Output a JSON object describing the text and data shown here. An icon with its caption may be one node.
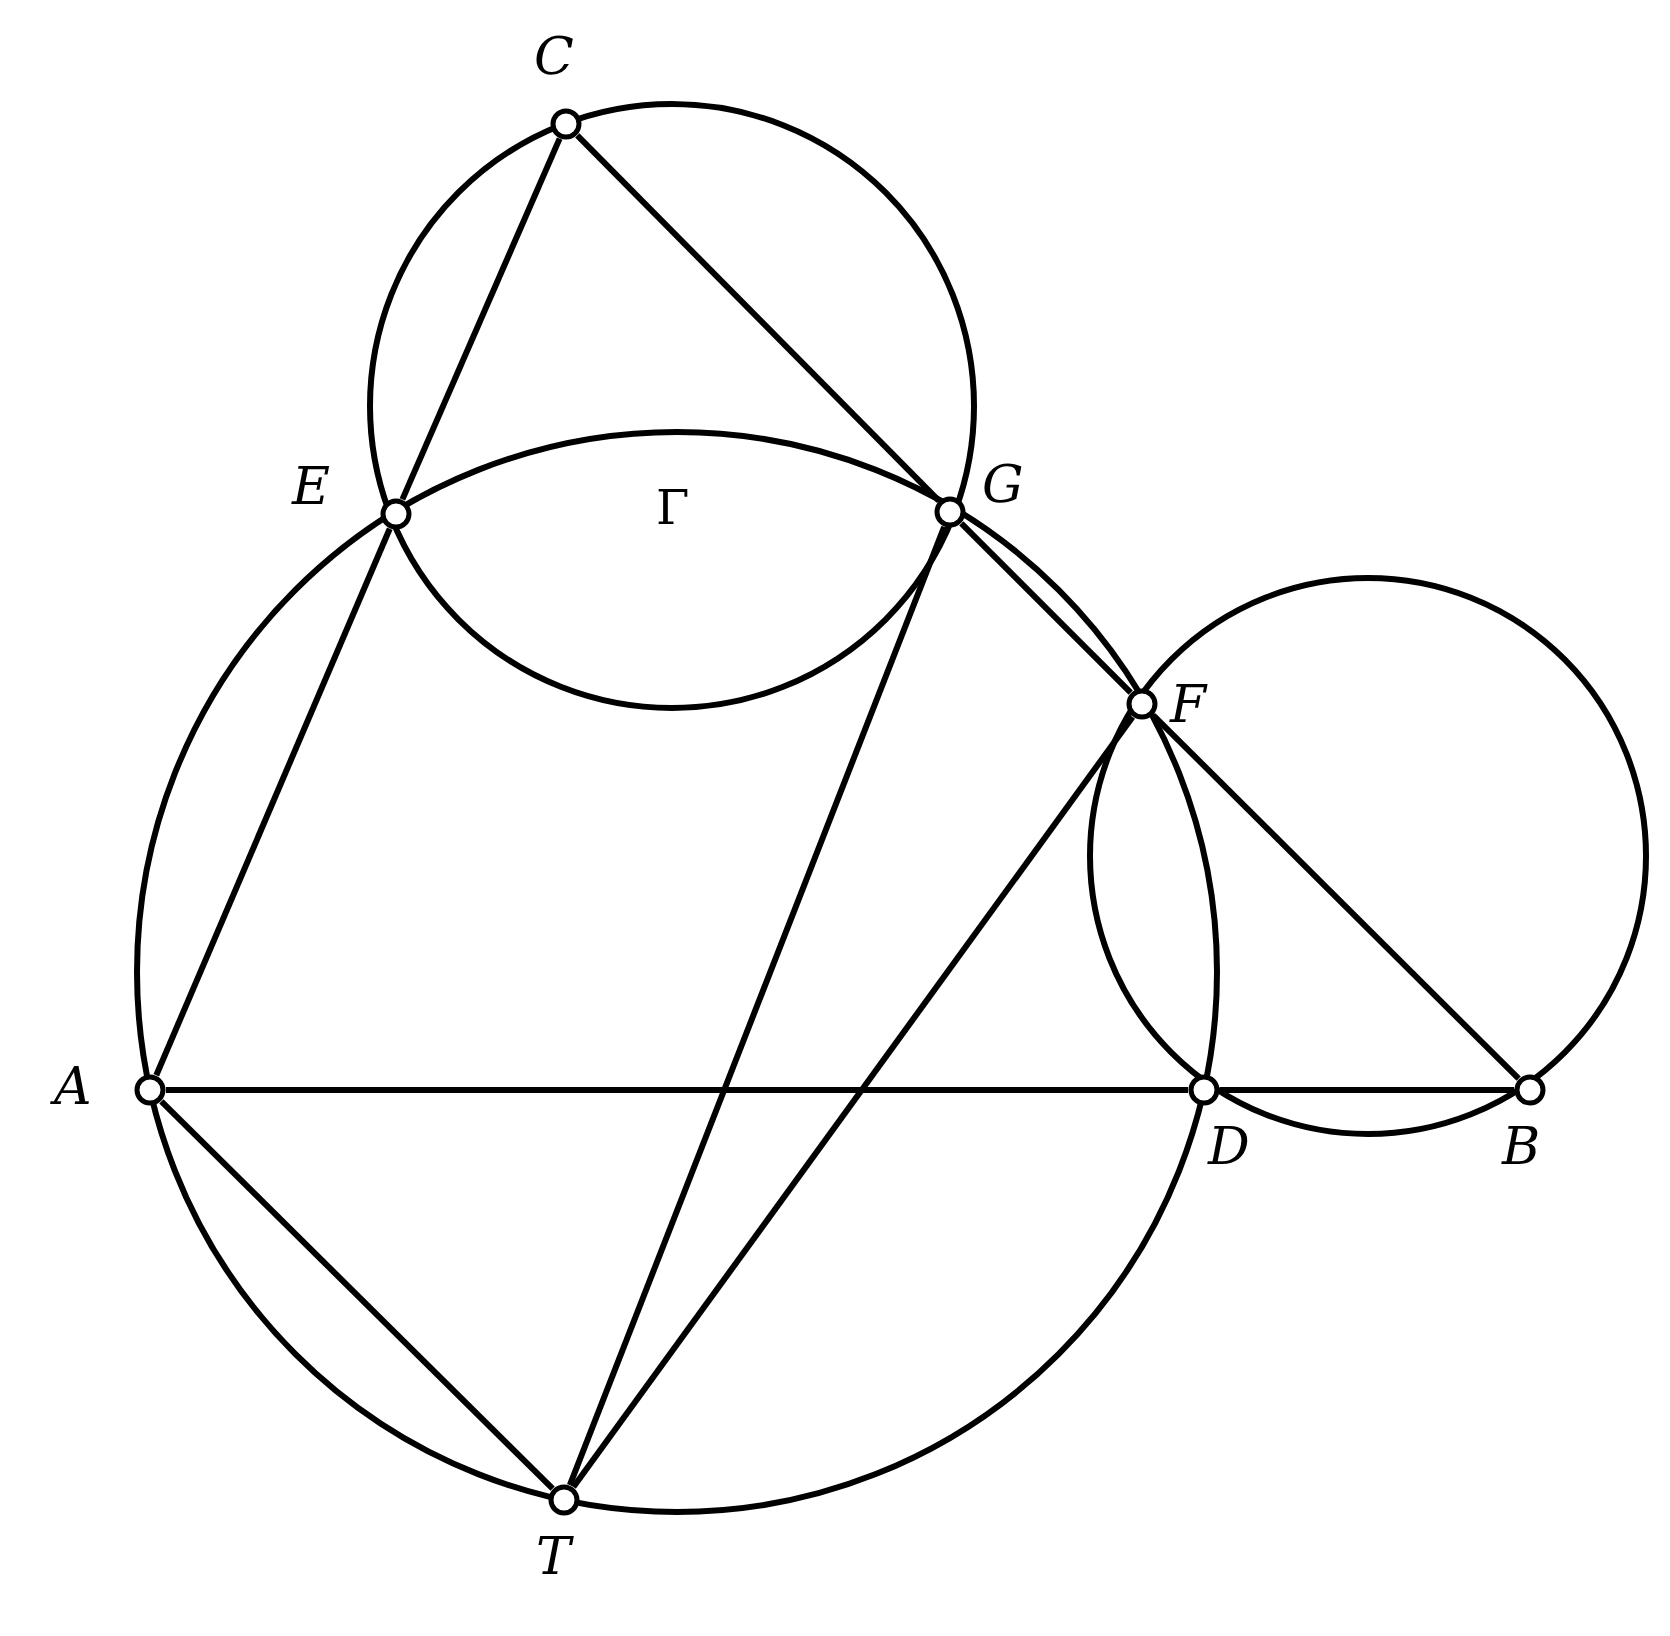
{
  "diagram": {
    "nodes": [
      {
        "text": [
          "A"
        ]
      },
      {
        "text": [
          "B"
        ]
      },
      {
        "text": [
          "C"
        ]
      },
      {
        "text": [
          "D"
        ]
      },
      {
        "text": [
          "E"
        ]
      },
      {
        "text": [
          "F"
        ]
      },
      {
        "text": [
          "G"
        ]
      },
      {
        "text": [
          "T"
        ]
      }
    ],
    "edges": [
      {
        "from": 0,
        "to": 4,
        "arrow": "none"
      },
      {
        "from": 4,
        "to": 2,
        "arrow": "none"
      },
      {
        "from": 2,
        "to": 6,
        "arrow": "none"
      },
      {
        "from": 6,
        "to": 5,
        "arrow": "none"
      },
      {
        "from": 5,
        "to": 1,
        "arrow": "none"
      },
      {
        "from": 0,
        "to": 3,
        "arrow": "none"
      },
      {
        "from": 3,
        "to": 1,
        "arrow": "none"
      },
      {
        "from": 0,
        "to": 7,
        "arrow": "none"
      },
      {
        "from": 7,
        "to": 6,
        "arrow": "none"
      },
      {
        "from": 7,
        "to": 5,
        "arrow": "none"
      }
    ],
    "labels": [
      "Γ"
    ]
  }
}
